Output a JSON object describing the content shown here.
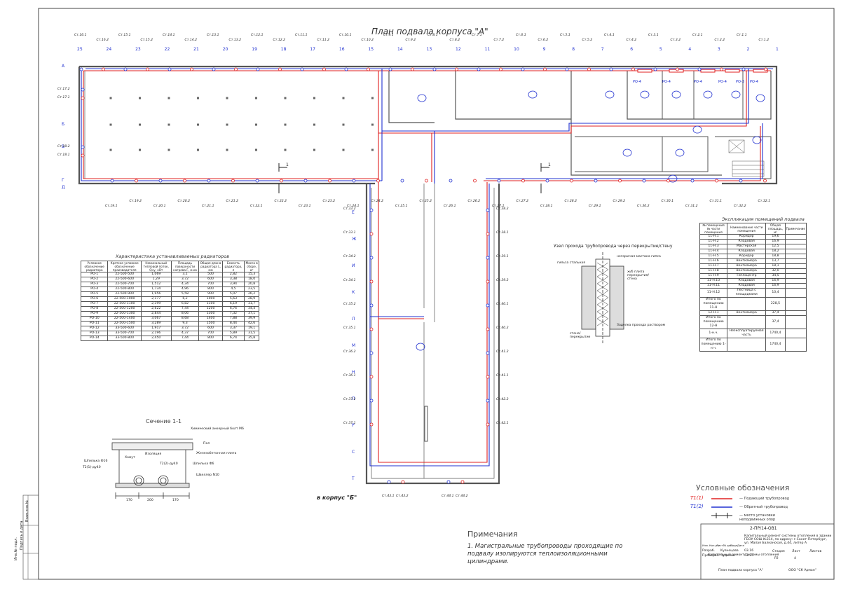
{
  "plan": {
    "title": "План подвала корпуса \"А\"",
    "axes_top": [
      "25",
      "24",
      "23",
      "22",
      "21",
      "20",
      "19",
      "18",
      "17",
      "16",
      "15",
      "14",
      "13",
      "12",
      "11",
      "10",
      "9",
      "8",
      "7",
      "6",
      "5",
      "4",
      "3",
      "2",
      "1"
    ],
    "axes_left": [
      "А",
      "Б",
      "В",
      "Г",
      "Д"
    ],
    "axes_vertical": [
      "Е",
      "Ж",
      "И",
      "К",
      "Л",
      "М",
      "Н",
      "П",
      "Р",
      "С",
      "Т"
    ],
    "riser_labels_top": [
      "Ст.16.1",
      "Ст.16.2",
      "Ст.15.1",
      "Ст.15.2",
      "Ст.14.1",
      "Ст.14.2",
      "Ст.13.1",
      "Ст.13.2",
      "Ст.12.1",
      "Ст.12.2",
      "Ст.11.1",
      "Ст.11.2",
      "Ст.10.1",
      "Ст.10.2",
      "Ст.9.1",
      "Ст.9.2",
      "Ст.8.1",
      "Ст.8.2",
      "Ст.7.1",
      "Ст.7.2",
      "Ст.6.1",
      "Ст.6.2",
      "Ст.5.1",
      "Ст.5.2",
      "Ст.4.1",
      "Ст.4.2",
      "Ст.3.1",
      "Ст.3.2",
      "Ст.2.1",
      "Ст.2.2",
      "Ст.1.1",
      "Ст.1.2"
    ],
    "riser_labels_bottom": [
      "Ст.19.1",
      "Ст.19.2",
      "Ст.20.1",
      "Ст.20.2",
      "Ст.21.1",
      "Ст.21.2",
      "Ст.22.1",
      "Ст.22.2",
      "Ст.23.1",
      "Ст.23.2",
      "Ст.24.1",
      "Ст.24.2",
      "Ст.25.1",
      "Ст.25.2",
      "Ст.26.1",
      "Ст.26.2",
      "Ст.27.1",
      "Ст.27.2",
      "Ст.28.1",
      "Ст.28.2",
      "Ст.29.1",
      "Ст.29.2",
      "Ст.30.2",
      "Ст.30.1",
      "Ст.31.2",
      "Ст.31.1",
      "Ст.32.2",
      "Ст.32.1"
    ],
    "riser_labels_left": [
      "Ст.17.2",
      "Ст.17.1",
      "Ст.18.2",
      "Ст.18.1"
    ],
    "riser_labels_wing_left": [
      "Ст.33.2",
      "Ст.33.1",
      "Ст.34.2",
      "Ст.34.1",
      "Ст.35.2",
      "Ст.35.1",
      "Ст.36.2",
      "Ст.36.1",
      "Ст.37.2",
      "Ст.37.1"
    ],
    "riser_labels_wing_right": [
      "Ст.38.2",
      "Ст.38.1",
      "Ст.39.1",
      "Ст.39.2",
      "Ст.40.1",
      "Ст.40.2",
      "Ст.41.2",
      "Ст.41.1",
      "Ст.42.2",
      "Ст.42.1"
    ],
    "riser_labels_wing_bottom": [
      "Ст.43.1",
      "Ст.43.2",
      "Ст.44.1",
      "Ст.44.2"
    ],
    "radiator_labels": [
      "РО-4",
      "РО-4",
      "РО-4",
      "РО-4",
      "РО-3",
      "РО-4"
    ],
    "section_mark": "1",
    "corpus_b_label": "в корпус \"Б\""
  },
  "radiators_table": {
    "caption": "Характеристика устанавливаемых радиаторов",
    "headers": [
      "Условное обозначение радиатора",
      "Краткое условное обозначение производителя",
      "Номинальный тепловой поток, Qну, кВт",
      "Площадь поверхности нагрева F, м.кв",
      "Общая длина радиатора L, мм",
      "Емкость радиатора, л",
      "Масса в сборе, кг"
    ],
    "rows": [
      [
        "РО-1",
        "22-500-500",
        "1,069",
        "3,1",
        "500",
        "2,82",
        "15,3"
      ],
      [
        "РО-2",
        "22-500-600",
        "1,29",
        "3,72",
        "600",
        "3,38",
        "18,0"
      ],
      [
        "РО-3",
        "22-500-700",
        "1,512",
        "4,34",
        "700",
        "3,94",
        "20,8"
      ],
      [
        "РО-4",
        "22-500-800",
        "1,734",
        "4,96",
        "800",
        "4,5",
        "23,5"
      ],
      [
        "РО-5",
        "22-500-900",
        "1,956",
        "5,58",
        "900",
        "5,07",
        "26,2"
      ],
      [
        "РО-6",
        "22-500-1000",
        "2,177",
        "6,2",
        "1000",
        "5,63",
        "28,9"
      ],
      [
        "РО-7",
        "22-500-1100",
        "2,399",
        "6,82",
        "1100",
        "6,19",
        "31,7"
      ],
      [
        "РО-8",
        "22-500-1200",
        "2,622",
        "7,44",
        "1200",
        "6,76",
        "34,4"
      ],
      [
        "РО-9",
        "22-500-1300",
        "2,844",
        "8,06",
        "1300",
        "7,32",
        "37,1"
      ],
      [
        "РО-10",
        "22-500-1400",
        "3,067",
        "8,68",
        "1400",
        "7,88",
        "39,9"
      ],
      [
        "РО-11",
        "22-500-1500",
        "3,289",
        "9,3",
        "1500",
        "8,44",
        "42,6"
      ],
      [
        "РО-12",
        "33-500-600",
        "1,917",
        "3,72",
        "600",
        "3,37",
        "19,1"
      ],
      [
        "РО-13",
        "33-500-700",
        "2,196",
        "4,37",
        "700",
        "5,89",
        "31,5"
      ],
      [
        "РО-14",
        "33-500-800",
        "2,450",
        "7,44",
        "800",
        "6,74",
        "35,8"
      ]
    ]
  },
  "explication_table": {
    "caption": "Экспликация помещений подвала",
    "headers": [
      "№ помещения № части помещения",
      "Наименование части помещения",
      "Общая площадь, м²",
      "Примечание"
    ],
    "rows": [
      [
        "11-Н.1",
        "Коридор",
        "19,6",
        ""
      ],
      [
        "11-Н.2",
        "Кладовая",
        "16,9",
        ""
      ],
      [
        "11-Н.3",
        "Мастерская",
        "12,5",
        ""
      ],
      [
        "11-Н.4",
        "Кладовая",
        "18,2",
        ""
      ],
      [
        "11-Н.5",
        "Коридор",
        "18,8",
        ""
      ],
      [
        "11-Н.6",
        "Венткамера",
        "13,7",
        ""
      ],
      [
        "11-Н.7",
        "Венткамера",
        "18,1",
        ""
      ],
      [
        "11-Н.8",
        "Венткамера",
        "32,0",
        ""
      ],
      [
        "11-Н.9",
        "Теплоцентр",
        "34,5",
        ""
      ],
      [
        "11-Н.10",
        "Кладовая",
        "16,9",
        ""
      ],
      [
        "11-Н.11",
        "Кладовая",
        "16,9",
        ""
      ],
      [
        "11-Н.12",
        "Лестница с площадками",
        "10,4",
        ""
      ],
      [
        "Итого по помещению 11-Н",
        "",
        "228,5",
        ""
      ],
      [
        "12-Н.1",
        "Венткамера",
        "37,4",
        ""
      ],
      [
        "Итого по помещению 12-Н",
        "",
        "37,4",
        ""
      ],
      [
        "1-н.ч.",
        "Неэксплуатируемая часть",
        "1740,4",
        ""
      ],
      [
        "Итого по помещению 1-н.ч.",
        "",
        "1740,4",
        ""
      ]
    ]
  },
  "node": {
    "title": "Узел прохода трубопровода через перекрытие/стену",
    "labels": [
      "гильза стальная",
      "негорючая мастика гипса",
      "ж/б плита перекрытия/стена",
      "стена/перекрытие",
      "Заделка прохода раствором"
    ]
  },
  "section": {
    "title": "Сечение 1-1",
    "labels": [
      "Химический анкерный болт М6",
      "Пол",
      "Железобетонная плита",
      "Шпилька Ф16",
      "Швеллер N10",
      "Хомут",
      "Изоляция",
      "Шпилька Ф6",
      "Т2(1)-ду40",
      "Т2(2)-ду40"
    ],
    "dims": [
      "170",
      "200",
      "170"
    ]
  },
  "notes": {
    "title": "Примечания",
    "text": "1. Магистральные трубопроводы проходящие по подвалу изолируются теплоизоляционными цилиндрами."
  },
  "legend": {
    "title": "Условные обозначения",
    "items": [
      {
        "code": "Т1(1)",
        "text": "— Подающий трубопровод",
        "color": "#e02020"
      },
      {
        "code": "Т1(2)",
        "text": "— Обратный трубопровод",
        "color": "#2030d0"
      },
      {
        "code": "",
        "text": "— место установки неподвижных опор",
        "color": "#222222"
      }
    ]
  },
  "stamp": {
    "doc_code": "2-ПР/14-ОВ1",
    "project": "Капитальный ремонт системы отопления в здании ГБОУ СОШ №314, по адресу: г.Санкт-Петербург, ул. Малая Балканская, д.44, литер А",
    "stage_label": "Стадия",
    "sheet_label": "Лист",
    "sheets_label": "Листов",
    "stage": "Р2",
    "sheet": "4",
    "sheets": "",
    "subtitle": "Капитальный ремонт системы отопления",
    "sheet_name": "План подвала корпуса \"А\"",
    "company": "ООО \"СК Арман\"",
    "roles": [
      "Изм.",
      "Кол.уч.",
      "Лист",
      "№ док.",
      "Подп.",
      "Дата"
    ],
    "people": [
      [
        "Разраб.",
        "Кузнецова",
        "03.16"
      ],
      [
        "Проверил",
        "Чудинов",
        "03.16"
      ]
    ]
  },
  "side_stamp": [
    "Инв.№ подл.",
    "Подпись и дата",
    "Взам.инв.№"
  ],
  "colors": {
    "supply": "#e02020",
    "return": "#2030d0",
    "room": "#2030d0",
    "wall": "#555555"
  }
}
